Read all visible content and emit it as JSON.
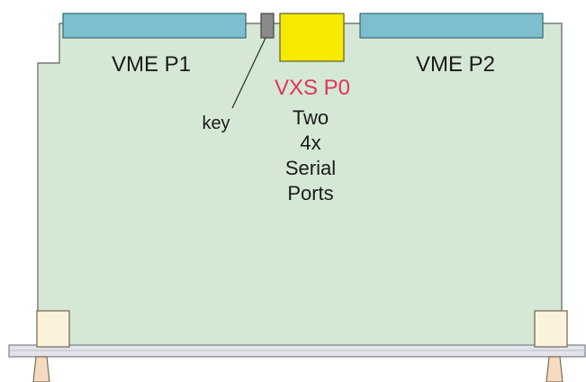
{
  "connectors": {
    "p1_label": "VME P1",
    "p2_label": "VME P2",
    "p0_label": "VXS P0",
    "key_label": "key"
  },
  "p0_description": [
    "Two",
    "4x",
    "Serial",
    "Ports"
  ],
  "colors": {
    "board_fill": "#d5e8d5",
    "board_stroke": "#6f7a6f",
    "connector_fill": "#7ebfcf",
    "connector_stroke": "#3d6e7a",
    "p0_fill": "#f5ea00",
    "p0_label_color": "#e03557",
    "key_fill": "#8a8a8a",
    "ejector_fill": "#fbf2dc",
    "rail_fill": "#e3e4ea"
  }
}
